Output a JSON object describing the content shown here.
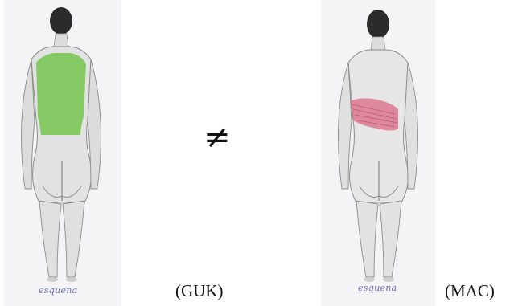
{
  "figure": {
    "left_panel": {
      "caption": "esquena",
      "label": "(GUK)",
      "highlight_color": "#7dc85a"
    },
    "relation_symbol": "≠",
    "right_panel": {
      "caption": "esquena",
      "label": "(MAC)",
      "highlight_color": "#d8607c"
    }
  }
}
